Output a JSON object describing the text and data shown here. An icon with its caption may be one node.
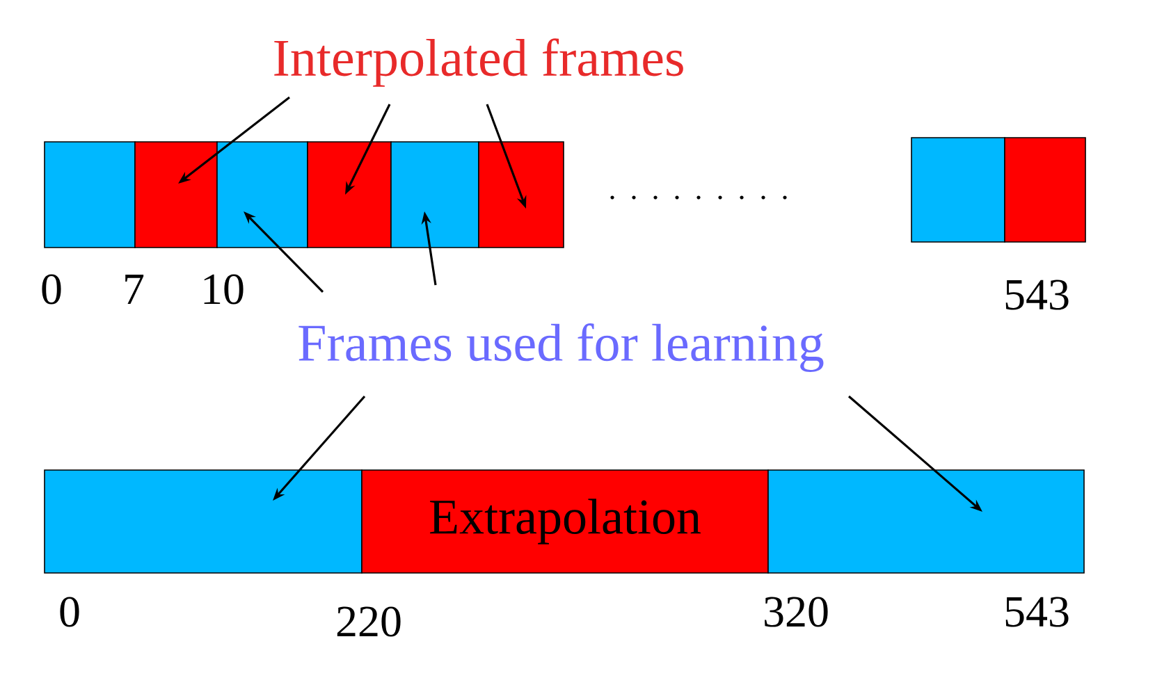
{
  "diagram": {
    "nodes": [
      {
        "text": [
          "Interpolated frames"
        ]
      },
      {
        "text": [],
        "shape": "box"
      },
      {
        "text": [],
        "shape": "box"
      },
      {
        "text": [],
        "shape": "box"
      },
      {
        "text": [],
        "shape": "box"
      },
      {
        "text": [],
        "shape": "box"
      },
      {
        "text": [],
        "shape": "box"
      },
      {
        "text": [],
        "shape": "box"
      },
      {
        "text": [],
        "shape": "box"
      },
      {
        "text": [
          "Frames used for learning"
        ]
      },
      {
        "text": [],
        "shape": "box"
      },
      {
        "text": [
          "Extrapolation"
        ]
      },
      {
        "text": [],
        "shape": "box"
      }
    ],
    "edges": [
      {
        "from": 0,
        "to": 2,
        "arrow": "to"
      },
      {
        "from": 0,
        "to": 4,
        "arrow": "to"
      },
      {
        "from": 0,
        "to": 6,
        "arrow": "to"
      },
      {
        "from": 9,
        "to": 3,
        "arrow": "to"
      },
      {
        "from": 9,
        "to": 5,
        "arrow": "to"
      },
      {
        "from": 9,
        "to": 10,
        "arrow": "to"
      },
      {
        "from": 9,
        "to": 12,
        "arrow": "to"
      }
    ],
    "labels": [
      "0",
      "7",
      "10",
      "543",
      "0",
      "220",
      "320",
      "543"
    ]
  }
}
